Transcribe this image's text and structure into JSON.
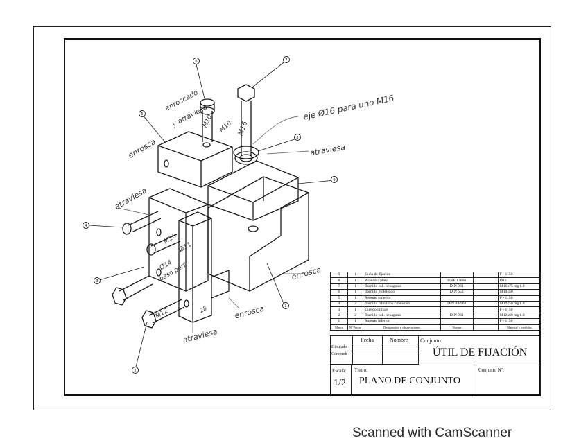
{
  "annotations": {
    "roscado": "enroscado",
    "atraviesa_top": "y atraviesa",
    "m10_a": "M10",
    "m10_b": "M10",
    "m16": "M16",
    "eje_note": "eje Ø16 para uno M16",
    "atraviesa_right": "atraviesa",
    "enrosca_left": "enrosca",
    "atraviesa_left": "atraviesa",
    "m10_c": "M10",
    "phi11": "Ø11",
    "phi14": "Ø14",
    "paso": "paso perf",
    "m12": "M12",
    "enrosca_right": "enrosca",
    "enrosca_bottom": "enrosca",
    "atraviesa_bottom": "atraviesa",
    "dim28": "28"
  },
  "balloons": [
    "1",
    "2",
    "3",
    "4",
    "5",
    "6",
    "7",
    "8",
    "9"
  ],
  "parts_list": {
    "rows": [
      {
        "marca": "9",
        "n": "1",
        "desig": "Cuña de fijación",
        "norma": "",
        "material": "F - 1150"
      },
      {
        "marca": "8",
        "n": "1",
        "desig": "Arandela plana",
        "norma": "UNE 17066",
        "material": "Ø16"
      },
      {
        "marca": "7",
        "n": "1",
        "desig": "Tornillo cab. hexagonal",
        "norma": "DIN 931",
        "material": "M16x75 mg 8.8"
      },
      {
        "marca": "6",
        "n": "1",
        "desig": "Tornillo moleteado",
        "norma": "DIN 653",
        "material": "M10x50"
      },
      {
        "marca": "5",
        "n": "1",
        "desig": "Soporte superior",
        "norma": "",
        "material": "F - 1150"
      },
      {
        "marca": "4",
        "n": "2",
        "desig": "Tornillo cilíndrico c/ranurada",
        "norma": "DIN 84-963",
        "material": "M10x50 mg 8.8"
      },
      {
        "marca": "3",
        "n": "1",
        "desig": "Cuerpo utillaje",
        "norma": "",
        "material": "F - 1150"
      },
      {
        "marca": "2",
        "n": "2",
        "desig": "Tornillo cab. hexagonal",
        "norma": "DIN 931",
        "material": "M12x60 mg 8.8"
      },
      {
        "marca": "1",
        "n": "1",
        "desig": "Soporte inferior",
        "norma": "",
        "material": "F - 1150"
      }
    ],
    "header": {
      "marca": "Marca",
      "n": "Nº Piezas",
      "desig": "Designación y observaciones",
      "norma": "Norma",
      "material": "Material y medidas"
    }
  },
  "title_block": {
    "fecha": "Fecha",
    "nombre": "Nombre",
    "dibujado": "Dibujado",
    "comprob": "Comprob",
    "conjunto_label": "Conjunto:",
    "conjunto_value": "ÚTIL DE FIJACIÓN",
    "escala_label": "Escala:",
    "escala_value": "1/2",
    "titulo_label": "Título:",
    "titulo_value": "PLANO DE CONJUNTO",
    "conjunto_n_label": "Conjunto Nº:"
  },
  "footer": "Scanned with CamScanner"
}
